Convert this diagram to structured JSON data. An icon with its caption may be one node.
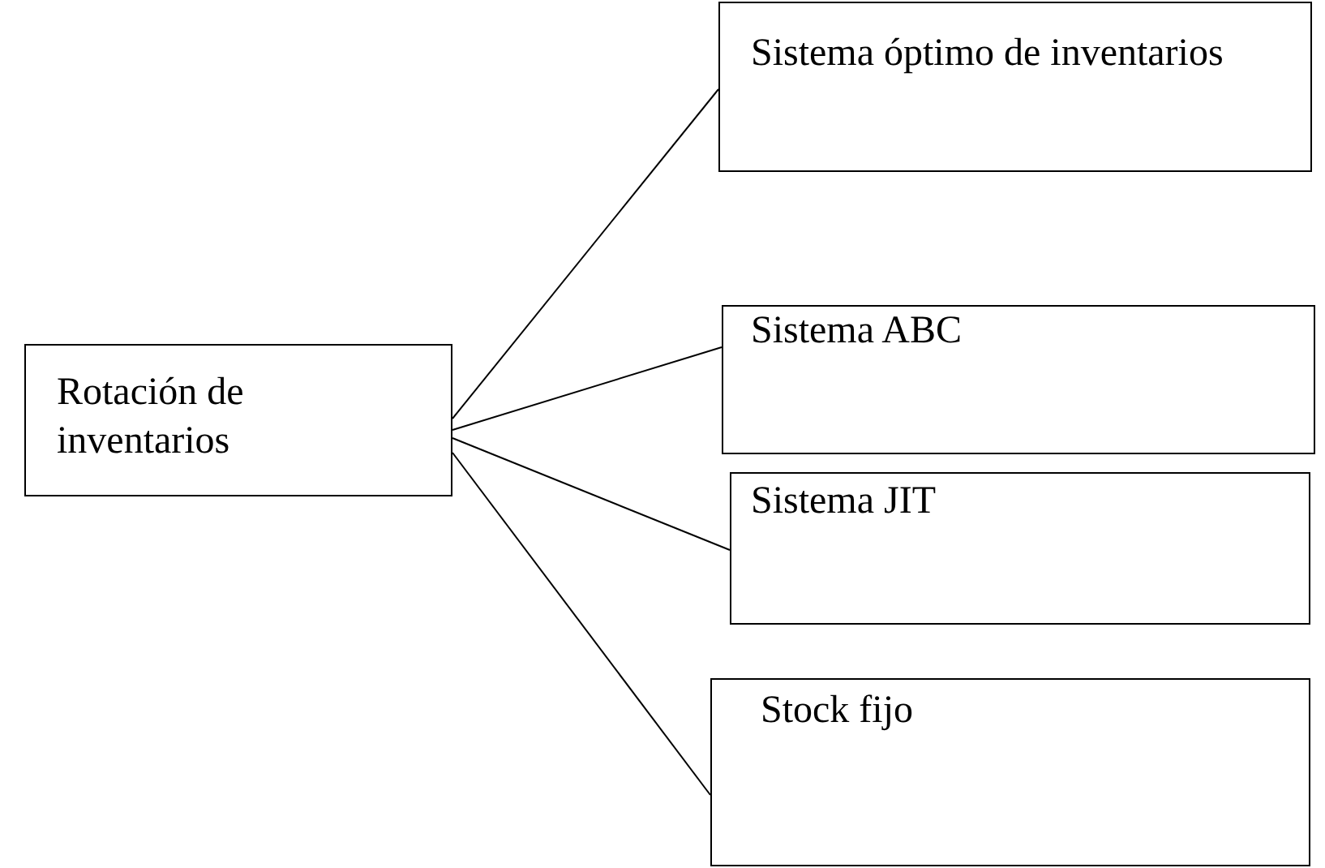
{
  "diagram": {
    "nodes": [
      {
        "text": [
          "Rotación de inventarios"
        ]
      },
      {
        "text": [
          "Sistema óptimo de inventarios"
        ]
      },
      {
        "text": [
          "Sistema ABC"
        ]
      },
      {
        "text": [
          "Sistema JIT"
        ]
      },
      {
        "text": [
          "Stock fijo"
        ]
      }
    ],
    "edges": [
      {
        "from": 0,
        "to": 1,
        "arrow": "none"
      },
      {
        "from": 0,
        "to": 2,
        "arrow": "none"
      },
      {
        "from": 0,
        "to": 3,
        "arrow": "none"
      },
      {
        "from": 0,
        "to": 4,
        "arrow": "none"
      }
    ]
  }
}
